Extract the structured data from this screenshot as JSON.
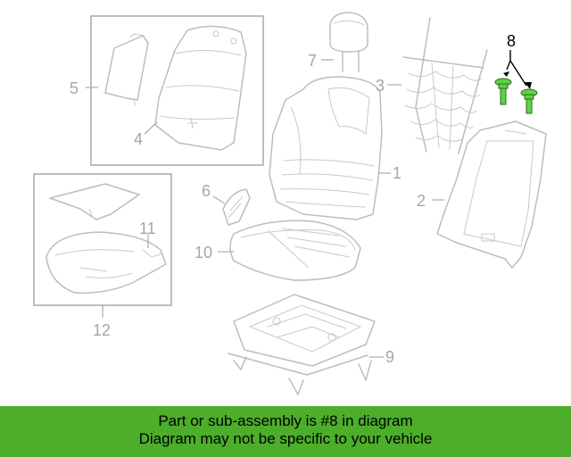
{
  "diagram": {
    "labels": {
      "p1": "1",
      "p2": "2",
      "p3": "3",
      "p4": "4",
      "p5": "5",
      "p6": "6",
      "p7": "7",
      "p8": "8",
      "p9": "9",
      "p10": "10",
      "p11": "11",
      "p12": "12"
    },
    "highlight_part": "8",
    "colors": {
      "highlight": "#5fd04a",
      "parts": "#bdbdbd",
      "labels": "#a6a6a6",
      "banner": "#4cae2a"
    }
  },
  "banner": {
    "line1": "Part or sub-assembly is #8 in diagram",
    "line2": "Diagram may not be specific to your vehicle"
  }
}
